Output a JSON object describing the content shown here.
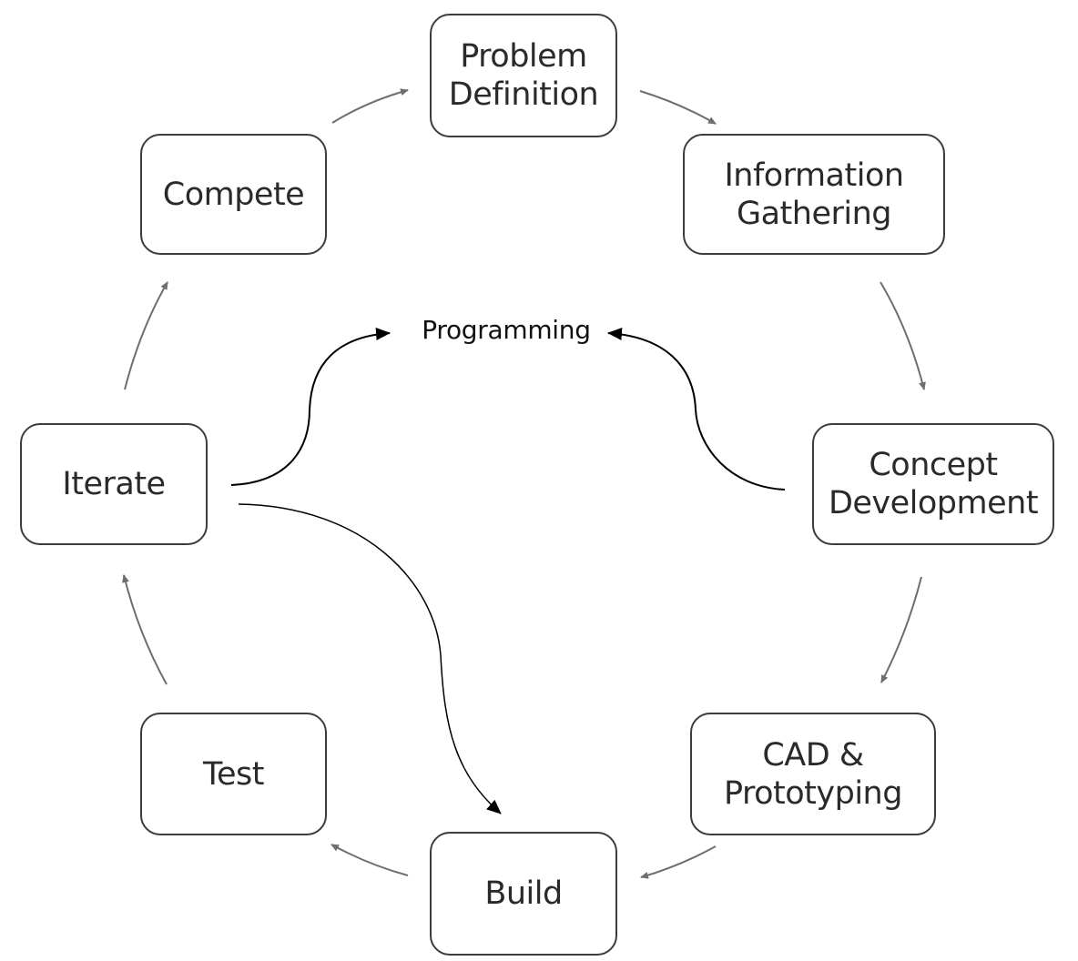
{
  "diagram": {
    "nodes": [
      {
        "id": "problem-definition",
        "label": "Problem\nDefinition"
      },
      {
        "id": "information-gathering",
        "label": "Information\nGathering"
      },
      {
        "id": "concept-development",
        "label": "Concept\nDevelopment"
      },
      {
        "id": "cad-prototyping",
        "label": "CAD &\nPrototyping"
      },
      {
        "id": "build",
        "label": "Build"
      },
      {
        "id": "test",
        "label": "Test"
      },
      {
        "id": "iterate",
        "label": "Iterate"
      },
      {
        "id": "compete",
        "label": "Compete"
      }
    ],
    "center": {
      "label": "Programming"
    },
    "edges": [
      {
        "from": "problem-definition",
        "to": "information-gathering"
      },
      {
        "from": "information-gathering",
        "to": "concept-development"
      },
      {
        "from": "concept-development",
        "to": "cad-prototyping"
      },
      {
        "from": "cad-prototyping",
        "to": "build"
      },
      {
        "from": "build",
        "to": "test"
      },
      {
        "from": "test",
        "to": "iterate"
      },
      {
        "from": "iterate",
        "to": "compete"
      },
      {
        "from": "compete",
        "to": "problem-definition"
      },
      {
        "from": "iterate",
        "to": "programming"
      },
      {
        "from": "concept-development",
        "to": "programming"
      },
      {
        "from": "iterate",
        "to": "build"
      }
    ],
    "colors": {
      "node_border": "#3c3c3c",
      "cycle_arrow": "#6e6e6e",
      "programming_arrow": "#000000"
    }
  }
}
